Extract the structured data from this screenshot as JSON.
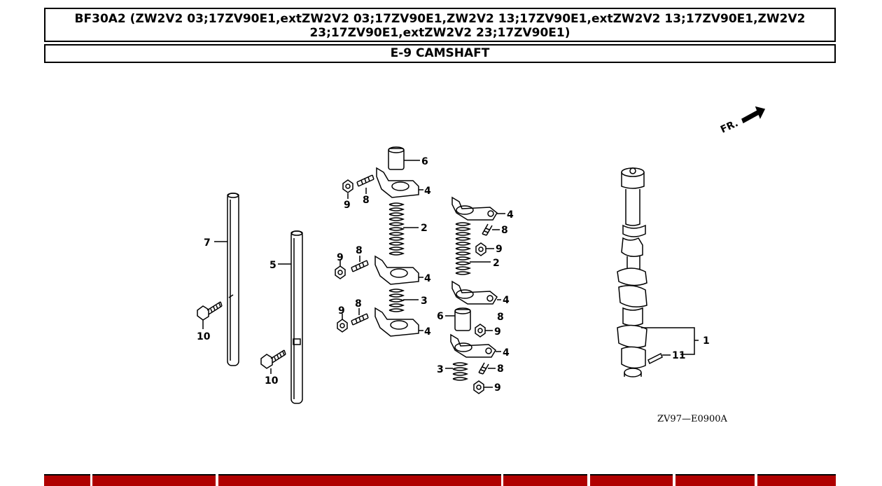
{
  "header": {
    "model_line1": "BF30A2 (ZW2V2 03;17ZV90E1,extZW2V2 03;17ZV90E1,ZW2V2 13;17ZV90E1,extZW2V2 13;17ZV90E1,ZW2V2",
    "model_line2": "23;17ZV90E1,extZW2V2 23;17ZV90E1)",
    "section": "E-9 CAMSHAFT"
  },
  "diagram": {
    "direction_label": "FR.",
    "drawing_code": "ZV97—E0900A",
    "callouts": [
      "1",
      "2",
      "3",
      "4",
      "5",
      "6",
      "7",
      "8",
      "9",
      "10",
      "11"
    ]
  },
  "colors": {
    "table_header": "#b00000"
  }
}
